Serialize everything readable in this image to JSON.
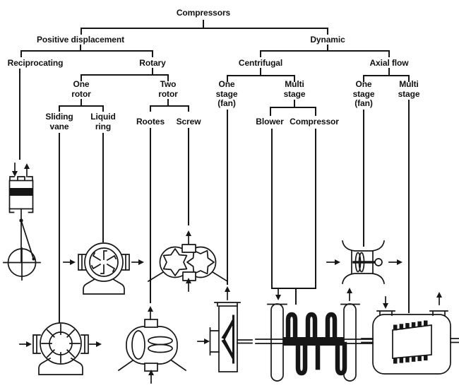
{
  "diagram": {
    "type": "classification-tree",
    "title": "Compressors",
    "ink_color": "#161616",
    "background_color": "#ffffff"
  },
  "labels": {
    "compressors": "Compressors",
    "positive_displacement": "Positive displacement",
    "dynamic": "Dynamic",
    "reciprocating": "Reciprocating",
    "rotary": "Rotary",
    "centrifugal": "Centrifugal",
    "axial_flow": "Axial flow",
    "one_rotor": "One rotor",
    "two_rotor": "Two rotor",
    "sliding_vane": "Sliding vane",
    "liquid_ring": "Liquid ring",
    "rootes": "Rootes",
    "screw": "Screw",
    "cf_one_stage": "One stage (fan)",
    "cf_multi_stage": "Multi stage",
    "blower": "Blower",
    "compressor": "Compressor",
    "ax_one_stage": "One stage (fan)",
    "ax_multi_stage": "Multi stage"
  },
  "illustrations": {
    "reciprocating": "piston-and-crank-schematic",
    "sliding_vane": "sliding-vane-rotor-schematic",
    "liquid_ring": "liquid-ring-rotor-schematic",
    "screw": "meshing-lobed-rotors-schematic",
    "rootes": "twin-rotor-casing-schematic",
    "centrifugal_one_stage": "single-stage-centrifugal-fan-schematic",
    "centrifugal_multi_stage": "multi-stage-centrifugal-compressor-schematic",
    "axial_one_stage": "single-stage-axial-fan-schematic",
    "axial_multi_stage": "multi-stage-axial-compressor-schematic"
  }
}
